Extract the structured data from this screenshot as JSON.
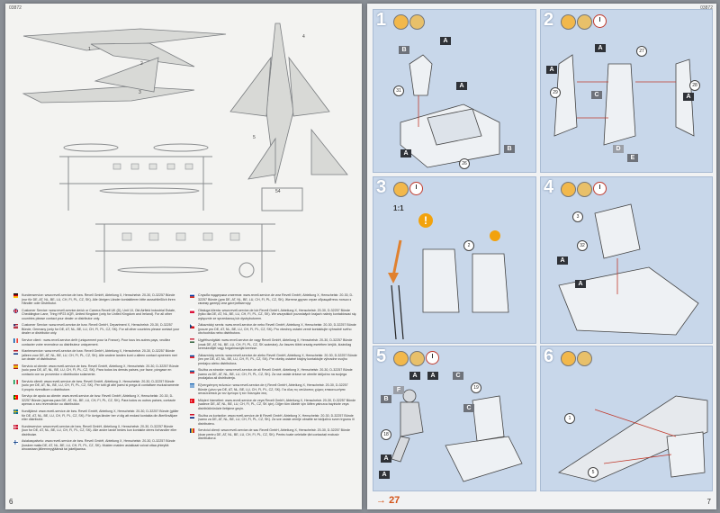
{
  "left_page": {
    "page_id": "03872",
    "page_number": "6",
    "service": [
      {
        "flag": [
          "#000000",
          "#dd0000",
          "#ffce00"
        ],
        "text": "Kundenservice: www.revell-service.de bzw. Revell GmbH, Abteilung X, Henschelstr. 20-30, D-32257 Bünde (nur für DE, AT, NL, BE, LU, CH, FI, PL, CZ, SK). Alle übrigen Länder kontaktieren bitte ausschließlich ihren Händler oder Distributor."
      },
      {
        "flag": [
          "#012169",
          "#ffffff",
          "#c8102e"
        ],
        "text": "Customer Service: www.revell-service.de/uk or Carrera Revell UK (D), Unit 10, Old Airfield Industrial Estate, Cheddington Lane, Tring HP23 4QR, United Kingdom (only for United Kingdom and Ireland). For all other countries please contact your dealer or distributor only."
      },
      {
        "flag": [
          "#b22234",
          "#ffffff",
          "#3c3b6e"
        ],
        "text": "Customer Service: www.revell-service.de bzw. Revell GmbH, Department X, Henschelstr. 20-30, D-32257 Bünde, Germany (only for DE, AT, NL, BE, LU, CH, FI, PL, CZ, SK). For all other countries please contact your dealer or distributor only."
      },
      {
        "flag": [
          "#0055a4",
          "#ffffff",
          "#ef4135"
        ],
        "text": "Service client : www.revell-service.de/fr (uniquement pour la France). Pour tous les autres pays, veuillez contacter votre revendeur ou distributeur uniquement."
      },
      {
        "flag": [
          "#ae1c28",
          "#ffffff",
          "#21468b"
        ],
        "text": "Klantenservice: www.revell-service.de bzw. Revell GmbH, Abteilung X, Henschelstr. 20-30, D-32257 Bünde (alleen voor DE, AT, NL, BE, LU, CH, FI, PL, CZ, SK). Alle andere landen kunt u alleen contact opnemen met uw dealer of distributeur."
      },
      {
        "flag": [
          "#aa151b",
          "#f1bf00",
          "#aa151b"
        ],
        "text": "Servicio al cliente: www.revell-service.de bzw. Revell GmbH, Abteilung X, Henschelstr. 20-30, D-32257 Bünde (solo para DE, AT, NL, BE, LU, CH, FI, PL, CZ, SK). Para todos los demás países, por favor, póngase en contacto con su proveedor o distribuidor solamente."
      },
      {
        "flag": [
          "#009246",
          "#ffffff",
          "#ce2b37"
        ],
        "text": "Servizio clienti: www.revell-service.de bzw. Revell GmbH, Abteilung X, Henschelstr. 20-30, D-32257 Bünde (solo per DE, AT, NL, BE, LU, CH, FI, PL, CZ, SK). Per tutti gli altri paesi si prega di contattare esclusivamente il proprio rivenditore o distributore."
      },
      {
        "flag": [
          "#006600",
          "#ff0000",
          "#ffff00"
        ],
        "text": "Serviço de apoio ao cliente: www.revell-service.de bzw. Revell GmbH, Abteilung X, Henschelstr. 20-30, D-32257 Bünde (apenas para DE, AT, NL, BE, LU, CH, FI, PL, CZ, SK). Para todos os outros países, contacte apenas o seu revendedor ou distribuidor."
      },
      {
        "flag": [
          "#fecc00",
          "#006aa7",
          "#fecc00"
        ],
        "text": "Kundtjänst: www.revell-service.de bzw. Revell GmbH, Abteilung X, Henschelstr. 20-30, D-32257 Bünde (gäller för DE, AT, NL, BE, LU, CH, FI, PL, CZ, SK). För övriga länder ber vi dig att endast kontakta din återförsäljare eller distributör."
      },
      {
        "flag": [
          "#c8102e",
          "#ffffff",
          "#c8102e"
        ],
        "text": "Kundeservice: www.revell-service.de bzw. Revell GmbH, Abteilung X, Henschelstr. 20-30, D-32257 Bünde (kun for DE, AT, NL, BE, LU, CH, FI, PL, CZ, SK). Alle andre lande bedes kun kontakte deres forhandler eller distributør."
      },
      {
        "flag": [
          "#ffffff",
          "#003580",
          "#ffffff"
        ],
        "text": "Asiakaspalvelu: www.revell-service.de bzw. Revell GmbH, Abteilung X, Henschelstr. 20-30, D-32257 Bünde (koskee maita DE, AT, NL, BE, LU, CH, FI, PL, CZ, SK). Muiden maiden asiakkaat voivat ottaa yhteyttä ainoastaan jälleenmyyjäänsä tai jakelijaansa."
      }
    ]
  },
  "left_page_col2": {
    "service": [
      {
        "flag": [
          "#ffffff",
          "#0039a6",
          "#d52b1e"
        ],
        "text": "Служба поддержки клиентов: www.revell-service.de или Revell GmbH, Abteilung X, Henschelstr. 20-30, D-32257 Bünde (для DE, AT, NL, BE, LU, CH, FI, PL, CZ, SK). Жители других стран обращайтесь только к своему дилеру или дистрибьютору."
      },
      {
        "flag": [
          "#ffffff",
          "#dc143c",
          "#ffffff"
        ],
        "text": "Obsługa klienta: www.revell-service.de lub Revell GmbH, Abteilung X, Henschelstr. 20-30, D-32257 Bünde (tylko dla DE, AT, NL, BE, LU, CH, FI, PL, CZ, SK). We wszystkich pozostałych krajach należy kontaktować się wyłącznie ze sprzedawcą lub dystrybutorem."
      },
      {
        "flag": [
          "#ffffff",
          "#11457e",
          "#d7141a"
        ],
        "text": "Zákaznický servis: www.revell-service.de nebo Revell GmbH, Abteilung X, Henschelstr. 20-30, D-32257 Bünde (pouze pro DE, AT, NL, BE, LU, CH, FI, PL, CZ, SK). Pro všechny ostatní země kontaktujte výhradně svého obchodníka nebo distributora."
      },
      {
        "flag": [
          "#436f4d",
          "#ffffff",
          "#cd2a3e"
        ],
        "text": "Ügyfélszolgálat: www.revell-service.de vagy Revell GmbH, Abteilung X, Henschelstr. 20-30, D-32257 Bünde (csak DE, AT, NL, BE, LU, CH, FI, PL, CZ, SK számára). Az összes többi ország esetében kérjük, kizárólag kereskedőjét vagy forgalmazóját keresse."
      },
      {
        "flag": [
          "#ffffff",
          "#0b4ea2",
          "#ee1c25"
        ],
        "text": "Zákaznícky servis: www.revell-service.de alebo Revell GmbH, Abteilung X, Henschelstr. 20-30, D-32257 Bünde (len pre DE, AT, NL, BE, LU, CH, FI, PL, CZ, SK). Pre všetky ostatné krajiny kontaktujte výhradne svojho predajcu alebo distribútora."
      },
      {
        "flag": [
          "#ffffff",
          "#005da4",
          "#ed1c24"
        ],
        "text": "Služba za stranke: www.revell-service.de ali Revell GmbH, Abteilung X, Henschelstr. 20-30, D-32257 Bünde (samo za DE, AT, NL, BE, LU, CH, FI, PL, CZ, SK). Za vse ostale države se obrnite izključno na svojega prodajalca ali distributerja."
      },
      {
        "flag": [
          "#0d5eaf",
          "#ffffff",
          "#0d5eaf"
        ],
        "text": "Εξυπηρέτηση πελατών: www.revell-service.de ή Revell GmbH, Abteilung X, Henschelstr. 20-30, D-32257 Bünde (μόνο για DE, AT, NL, BE, LU, CH, FI, PL, CZ, SK). Για όλες τις υπόλοιπες χώρες επικοινωνήστε αποκλειστικά με τον έμπορο ή τον διανομέα σας."
      },
      {
        "flag": [
          "#e30a17",
          "#ffffff",
          "#e30a17"
        ],
        "text": "Müşteri hizmetleri: www.revell-service.de veya Revell GmbH, Abteilung X, Henschelstr. 20-30, D-32257 Bünde (sadece DE, AT, NL, BE, LU, CH, FI, PL, CZ, SK için). Diğer tüm ülkeler için lütfen yalnızca bayinizle veya distribütörünüzle iletişime geçin."
      },
      {
        "flag": [
          "#ffffff",
          "#00247d",
          "#cf142b"
        ],
        "text": "Služba za korisnike: www.revell-service.de ili Revell GmbH, Abteilung X, Henschelstr. 20-30, D-32257 Bünde (samo za DE, AT, NL, BE, LU, CH, FI, PL, CZ, SK). Za sve ostale zemlje obratite se isključivo svom trgovcu ili distributeru."
      },
      {
        "flag": [
          "#002b7f",
          "#fcd116",
          "#ce1126"
        ],
        "text": "Serviciul clienți: www.revell-service.de sau Revell GmbH, Abteilung X, Henschelstr. 20-30, D-32257 Bünde (doar pentru DE, AT, NL, BE, LU, CH, FI, PL, CZ, SK). Pentru toate celelalte țări contactați exclusiv distribuitorul."
      }
    ]
  },
  "right_page": {
    "page_id": "03872",
    "page_number": "7",
    "goto_label": "27",
    "steps": [
      {
        "number": "1",
        "labels": [
          "A",
          "B",
          "A",
          "A",
          "B"
        ],
        "parts": [
          "31",
          "26"
        ]
      },
      {
        "number": "2",
        "labels": [
          "A",
          "A",
          "C",
          "A",
          "D",
          "E"
        ],
        "parts": [
          "27",
          "29",
          "28"
        ]
      },
      {
        "number": "3",
        "scale": "1:1",
        "warning": "!",
        "parts": [
          "2"
        ]
      },
      {
        "number": "4",
        "labels": [
          "A",
          "A"
        ],
        "parts": [
          "3",
          "32"
        ]
      },
      {
        "number": "5",
        "labels": [
          "A",
          "A",
          "C",
          "B",
          "F",
          "C",
          "A",
          "A"
        ],
        "parts": [
          "19",
          "18"
        ]
      },
      {
        "number": "6",
        "parts": [
          "1",
          "5"
        ]
      }
    ]
  },
  "colors": {
    "panel_bg": "#c8d7ea",
    "panel_border": "#a9bbd3",
    "step_number": "#ffffff",
    "glue_tool": "#f2b84b",
    "label_dark": "#2f3238",
    "goto_orange": "#d3551a"
  }
}
